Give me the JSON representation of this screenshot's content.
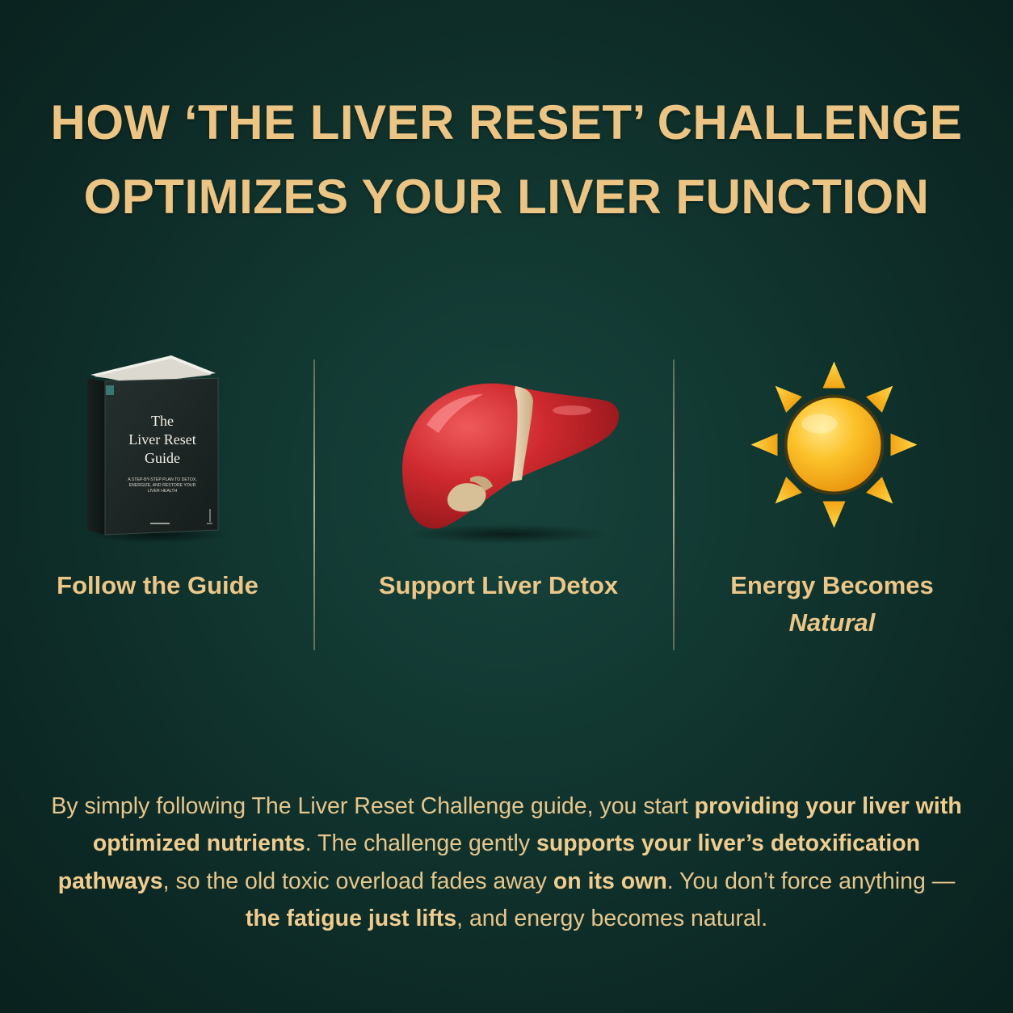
{
  "headline": {
    "line1": "HOW ‘THE LIVER RESET’ CHALLENGE",
    "line2": "OPTIMIZES YOUR LIVER FUNCTION"
  },
  "steps": [
    {
      "label": "Follow the Guide",
      "icon": "book-icon",
      "book": {
        "title_line1": "The",
        "title_line2": "Liver Reset",
        "title_line3": "Guide",
        "subtitle_line1": "A STEP-BY-STEP PLAN TO DETOX,",
        "subtitle_line2": "ENERGIZE, AND RESTORE YOUR",
        "subtitle_line3": "LIVER HEALTH"
      }
    },
    {
      "label": "Support Liver Detox",
      "icon": "liver-icon"
    },
    {
      "label_line1": "Energy Becomes",
      "label_line2": "Natural",
      "icon": "sun-icon"
    }
  ],
  "body": {
    "t1": "By simply following The Liver Reset Challenge guide, you start ",
    "b1": "providing your liver with optimized nutrients",
    "t2": ". The challenge gently ",
    "b2": "supports your liver’s detoxification pathways",
    "t3": ", so the old toxic overload fades away ",
    "b3": "on its own",
    "t4": ". You don’t force anything — ",
    "b4": "the fatigue just lifts",
    "t5": ", and energy becomes natural."
  },
  "colors": {
    "background": "#123731",
    "accent_gold": "#ecc585",
    "liver_red": "#c8252c",
    "sun_yellow": "#f7b51c"
  }
}
